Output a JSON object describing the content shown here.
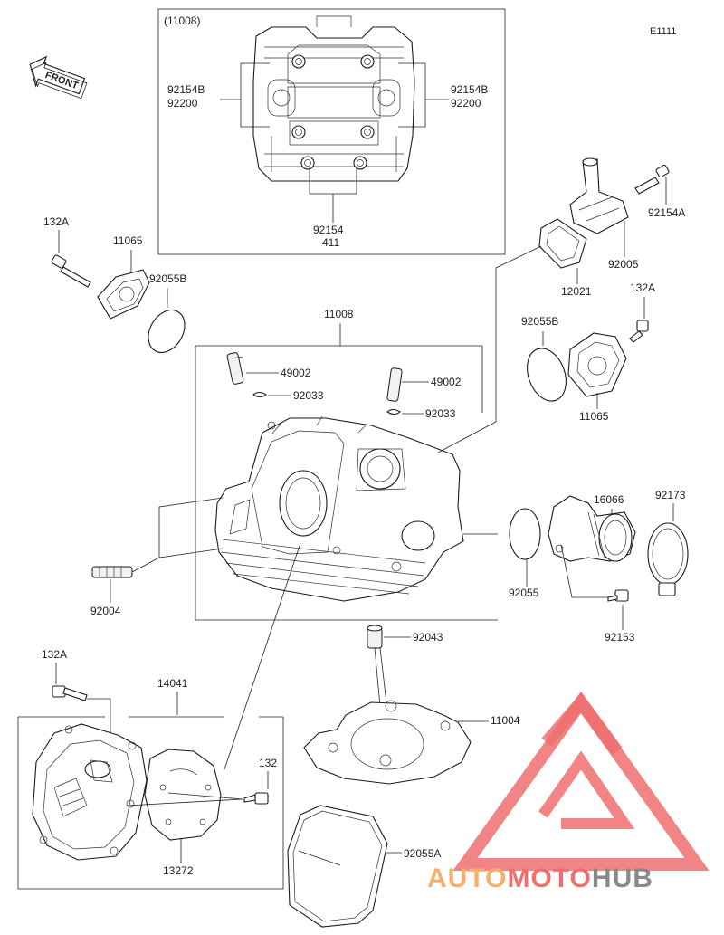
{
  "diagram_code": "E1111",
  "front_label": "FRONT",
  "watermark": {
    "part1": "AUTO",
    "part2": "MOTO",
    "part3": "HUB",
    "color_orange": "#f5b06b",
    "color_red": "#ef6f6f",
    "color_grey": "#8a8a8a"
  },
  "labels": {
    "top_box_ref": "(11008)",
    "l_92154B_left": "92154B",
    "l_92200_left": "92200",
    "l_92154B_right": "92154B",
    "l_92200_right": "92200",
    "l_92154_bottom": "92154",
    "l_411": "411",
    "l_132A_tl": "132A",
    "l_11065_left": "11065",
    "l_92055B_left": "92055B",
    "l_11008": "11008",
    "l_49002_left": "49002",
    "l_92033_left": "92033",
    "l_49002_right": "49002",
    "l_92033_right": "92033",
    "l_92154A": "92154A",
    "l_92005": "92005",
    "l_12021": "12021",
    "l_132A_right": "132A",
    "l_92055B_right": "92055B",
    "l_11065_right": "11065",
    "l_16066": "16066",
    "l_92173": "92173",
    "l_92055": "92055",
    "l_92153": "92153",
    "l_92004": "92004",
    "l_92043": "92043",
    "l_11004": "11004",
    "l_132A_bl": "132A",
    "l_14041": "14041",
    "l_132": "132",
    "l_13272": "13272",
    "l_92055A": "92055A"
  }
}
